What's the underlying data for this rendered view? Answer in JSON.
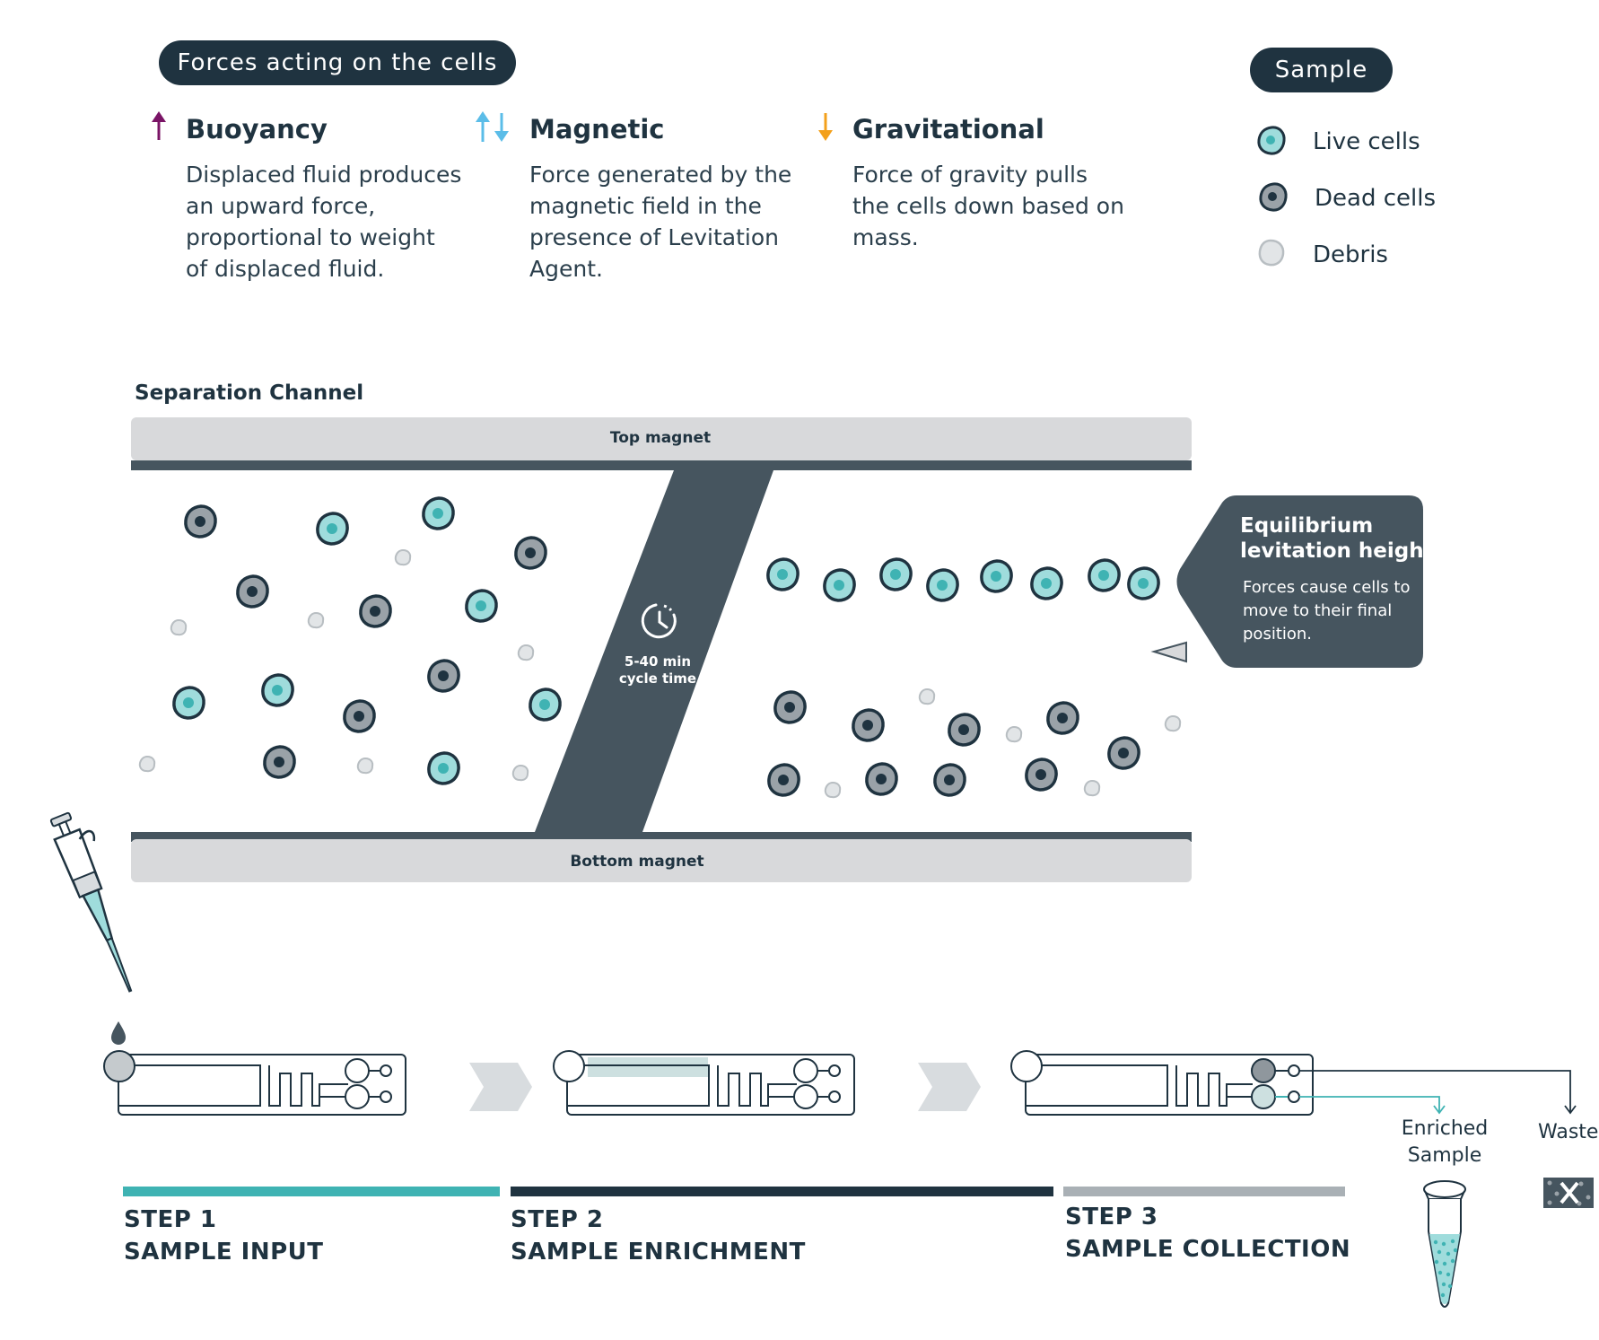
{
  "forces": {
    "heading": "Forces acting on the cells",
    "items": [
      {
        "title": "Buoyancy",
        "desc": [
          "Displaced fluid produces",
          "an upward force,",
          "proportional to weight",
          "of displaced fluid."
        ]
      },
      {
        "title": "Magnetic",
        "desc": [
          "Force generated by the",
          "magnetic field in the",
          "presence of Levitation",
          "Agent."
        ]
      },
      {
        "title": "Gravitational",
        "desc": [
          "Force of gravity pulls",
          "the cells down based on",
          "mass."
        ]
      }
    ]
  },
  "sample": {
    "heading": "Sample",
    "items": [
      {
        "label": "Live cells",
        "icon": "live-cell-icon"
      },
      {
        "label": "Dead cells",
        "icon": "dead-cell-icon"
      },
      {
        "label": "Debris",
        "icon": "debris-icon"
      }
    ]
  },
  "channel": {
    "heading": "Separation Channel",
    "top_magnet": "Top magnet",
    "bottom_magnet": "Bottom magnet",
    "cycle_time": [
      "5-40 min",
      "cycle time"
    ]
  },
  "equilibrium": {
    "title": [
      "Equilibrium",
      "levitation heights:"
    ],
    "desc": [
      "Forces cause cells to",
      "move to their final",
      "position."
    ]
  },
  "steps": [
    {
      "num": "STEP 1",
      "name": "SAMPLE INPUT",
      "color": "#3fb3b3"
    },
    {
      "num": "STEP 2",
      "name": "SAMPLE ENRICHMENT",
      "color": "#1f3340"
    },
    {
      "num": "STEP 3",
      "name": "SAMPLE COLLECTION",
      "color": "#a9b0b5"
    }
  ],
  "outputs": {
    "enriched": [
      "Enriched",
      "Sample"
    ],
    "waste": "Waste"
  },
  "colors": {
    "navy": "#1f3340",
    "slate": "#46555f",
    "teal": "#3fb3b3",
    "live_fill": "#9fdcdc",
    "dead_fill": "#9aa2a8",
    "debris_fill": "#d8dcdf",
    "magnet_gray": "#d8d9db",
    "buoyancy_arrow": "#7a1466",
    "magnetic_arrow": "#5bbde8",
    "gravity_arrow": "#f3a01b"
  }
}
